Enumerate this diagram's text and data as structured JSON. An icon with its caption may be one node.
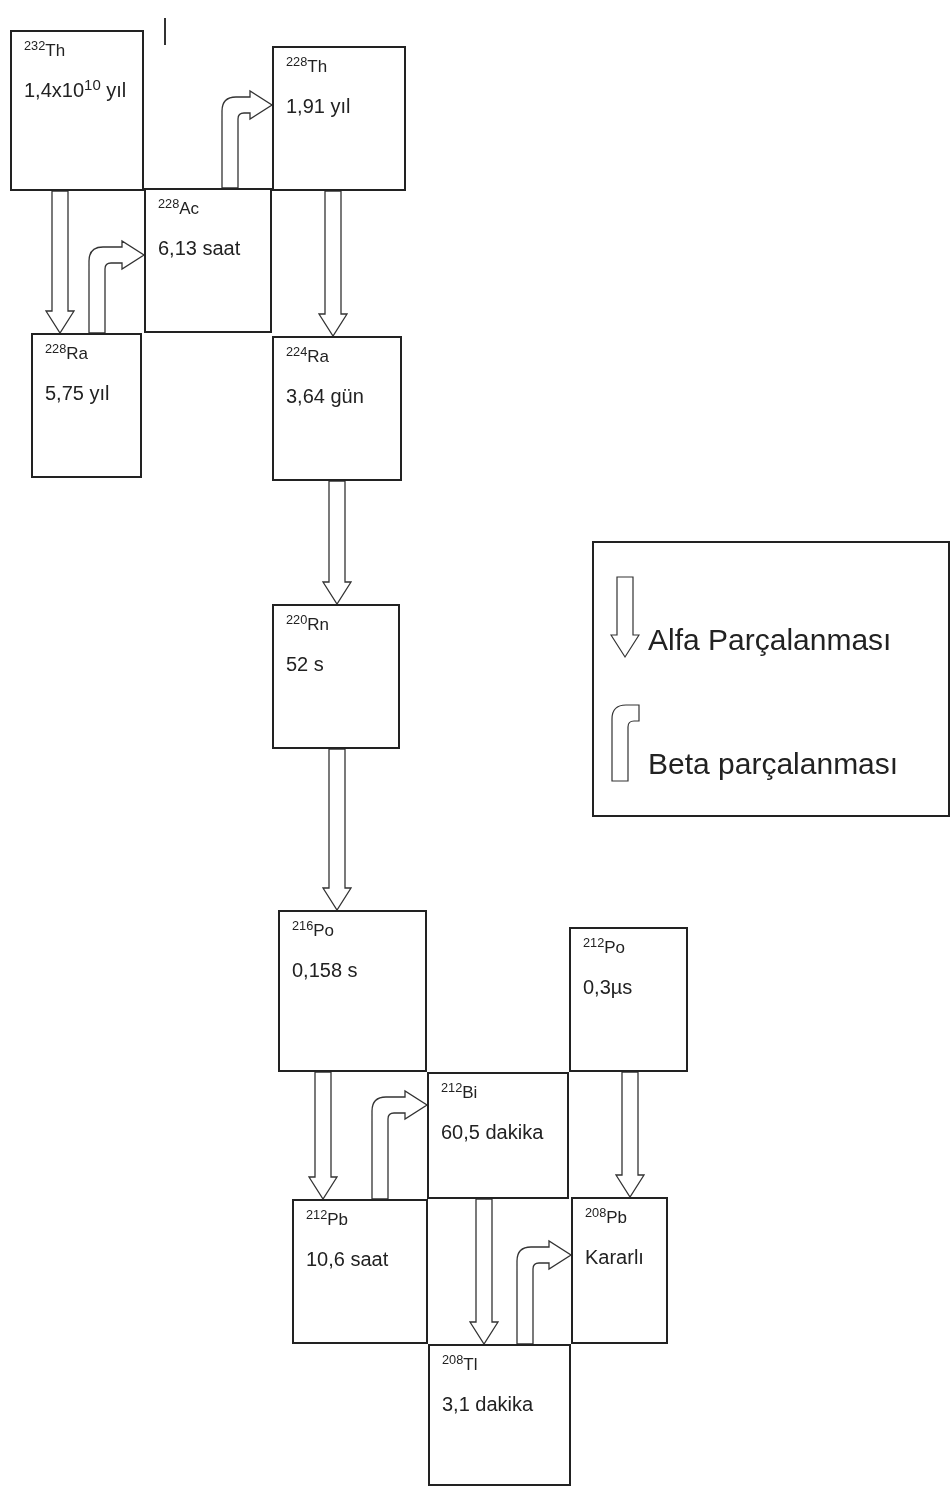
{
  "diagram": {
    "nodes": [
      {
        "text": [
          "$^{232}$Th",
          "1,4x10$^{10}$ yıl"
        ]
      },
      {
        "text": [
          "$^{228}$Th",
          "1,91 yıl"
        ]
      },
      {
        "text": [
          "$^{228}$Ac",
          "6,13 saat"
        ]
      },
      {
        "text": [
          "$^{228}$Ra",
          "5,75 yıl"
        ]
      },
      {
        "text": [
          "$^{224}$Ra",
          "3,64 gün"
        ]
      },
      {
        "text": [
          "$^{220}$Rn",
          "52 s"
        ]
      },
      {
        "text": [
          "$^{216}$Po",
          "0,158 s"
        ]
      },
      {
        "text": [
          "$^{212}$Po",
          "0,3µs"
        ]
      },
      {
        "text": [
          "$^{212}$Bi",
          "60,5 dakika"
        ]
      },
      {
        "text": [
          "$^{212}$Pb",
          "10,6 saat"
        ]
      },
      {
        "text": [
          "$^{208}$Pb",
          "Kararlı"
        ]
      },
      {
        "text": [
          "$^{208}$Tl",
          "3,1 dakika"
        ]
      }
    ],
    "edges": [
      {
        "from": 0,
        "to": 3,
        "arrow": "to"
      },
      {
        "from": 3,
        "to": 2,
        "arrow": "to"
      },
      {
        "from": 2,
        "to": 1,
        "arrow": "to"
      },
      {
        "from": 1,
        "to": 4,
        "arrow": "to"
      },
      {
        "from": 4,
        "to": 5,
        "arrow": "to"
      },
      {
        "from": 5,
        "to": 6,
        "arrow": "to"
      },
      {
        "from": 6,
        "to": 9,
        "arrow": "to"
      },
      {
        "from": 9,
        "to": 8,
        "arrow": "to"
      },
      {
        "from": 7,
        "to": 10,
        "arrow": "to"
      },
      {
        "from": 8,
        "to": 11,
        "arrow": "to"
      },
      {
        "from": 11,
        "to": 10,
        "arrow": "to"
      }
    ],
    "legend": [
      {
        "text": "Alfa Parçalanması"
      },
      {
        "text": "Beta parçalanması"
      }
    ]
  }
}
